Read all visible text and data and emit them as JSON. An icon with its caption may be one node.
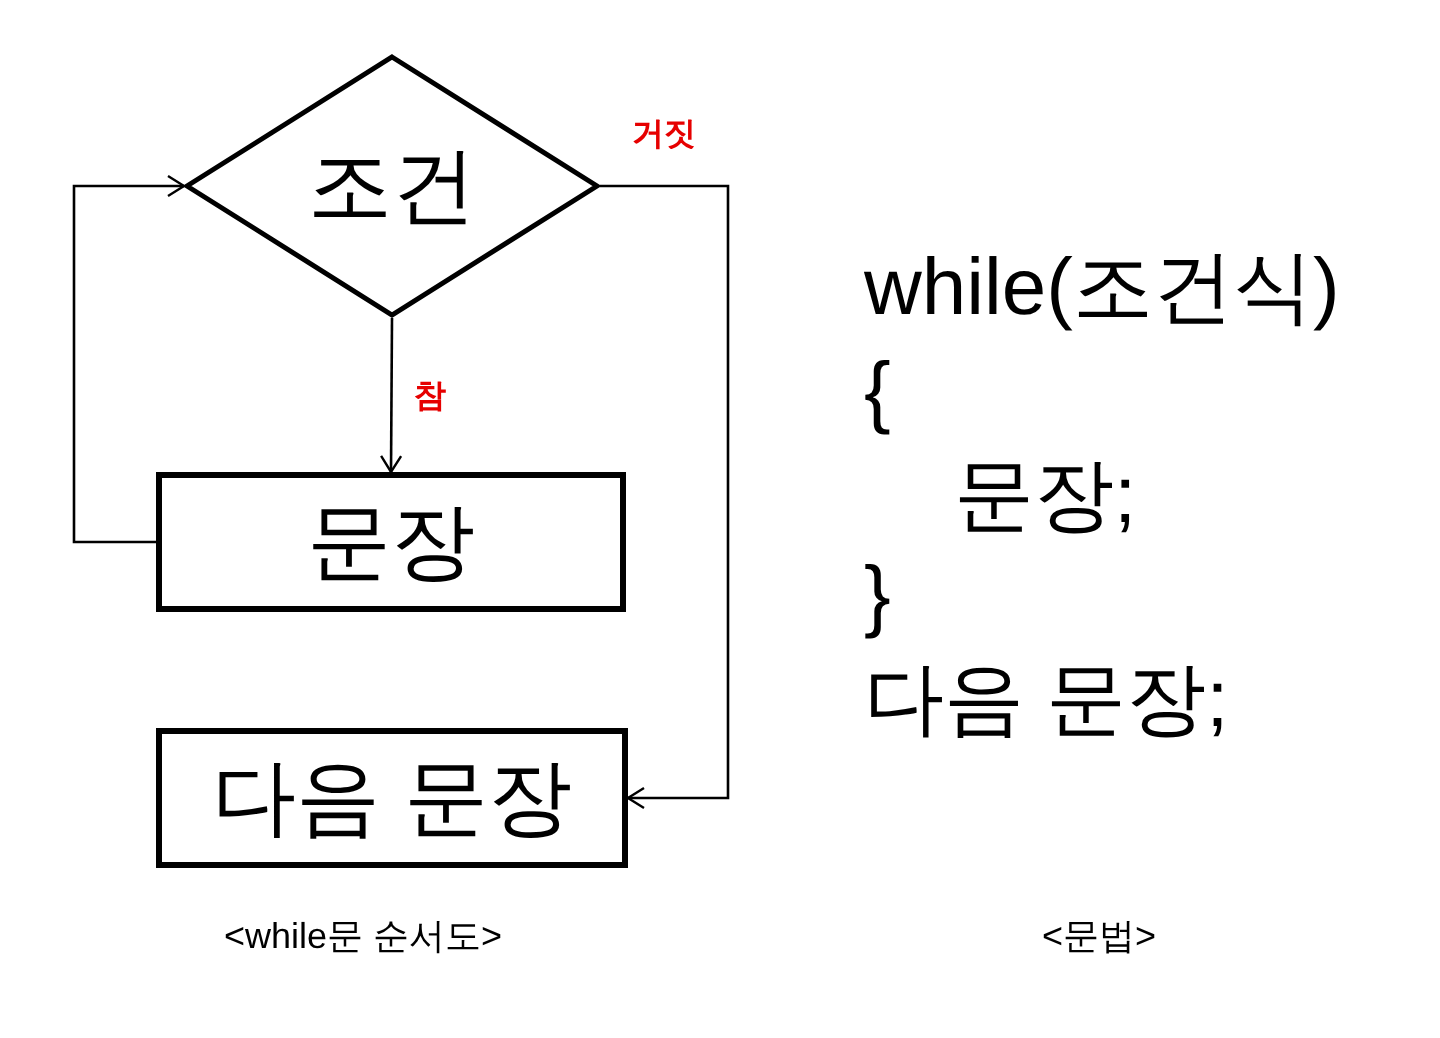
{
  "diagram": {
    "nodes": [
      {
        "text": [
          "조건"
        ]
      },
      {
        "text": [
          "문장"
        ]
      },
      {
        "text": [
          "다음 문장"
        ]
      }
    ],
    "edges": [
      {
        "from": 0,
        "to": 1,
        "arrow": "to",
        "label": "참"
      },
      {
        "from": 1,
        "to": 0,
        "arrow": "to"
      },
      {
        "from": 0,
        "to": 2,
        "arrow": "to",
        "label": "거짓"
      }
    ],
    "labels": [
      "while(조건식)",
      "{",
      "문장;",
      "}",
      "다음 문장;",
      "<while문 순서도>",
      "<문법>"
    ]
  }
}
